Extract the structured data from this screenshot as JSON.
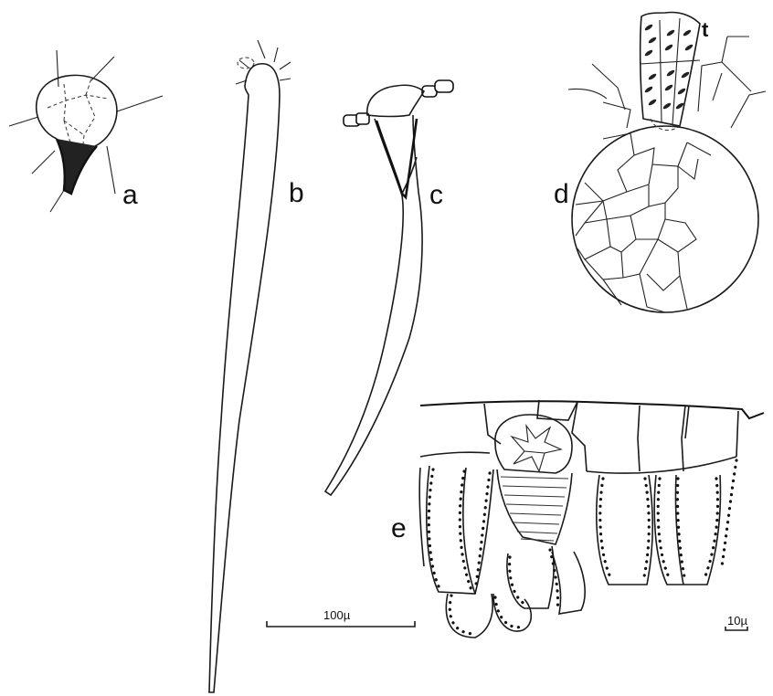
{
  "figure": {
    "panel_labels": {
      "a": "a",
      "b": "b",
      "c": "c",
      "d": "d",
      "e": "e",
      "t": "t"
    },
    "scale_bars": {
      "large": "100µ",
      "small": "10µ"
    }
  }
}
